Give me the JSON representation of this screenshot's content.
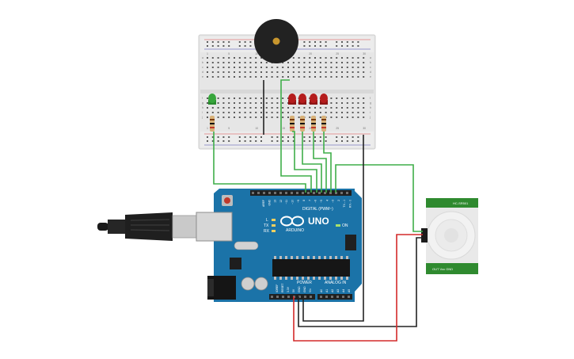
{
  "arduino": {
    "brand_label": "ARDUINO",
    "model_label": "UNO",
    "digital_label": "DIGITAL (PWM~)",
    "power_label": "POWER",
    "analog_label": "ANALOG IN",
    "aref_label": "AREF",
    "gnd_label": "GND",
    "on_label": "ON",
    "tx_label": "TX",
    "rx_label": "RX",
    "l_label": "L",
    "digital_pins": [
      "13",
      "12",
      "~11",
      "~10",
      "~9",
      "8",
      "7",
      "~6",
      "~5",
      "4",
      "~3",
      "2",
      "TX→1",
      "RX←0"
    ],
    "power_pins": [
      "IOREF",
      "RESET",
      "3.3V",
      "5V",
      "GND",
      "GND",
      "Vin"
    ],
    "analog_pins": [
      "A0",
      "A1",
      "A2",
      "A3",
      "A4",
      "A5"
    ]
  },
  "pir_sensor": {
    "top_label": "HC-SR501",
    "bottom_label": "OUT Vcc GND"
  },
  "breadboard": {
    "column_labels_top": [
      "1",
      "5",
      "10",
      "15",
      "20",
      "25",
      "30"
    ],
    "row_labels": [
      "a",
      "b",
      "c",
      "d",
      "e",
      "f",
      "g",
      "h",
      "i",
      "j"
    ]
  },
  "colors": {
    "wire_green": "#3fae49",
    "wire_red": "#d42a2a",
    "wire_black": "#222222",
    "board_blue": "#1b73a8",
    "led_red": "#b51d1d",
    "led_green": "#37a63c",
    "pir_board": "#2f8a2f",
    "breadboard": "#e9e9e9"
  }
}
